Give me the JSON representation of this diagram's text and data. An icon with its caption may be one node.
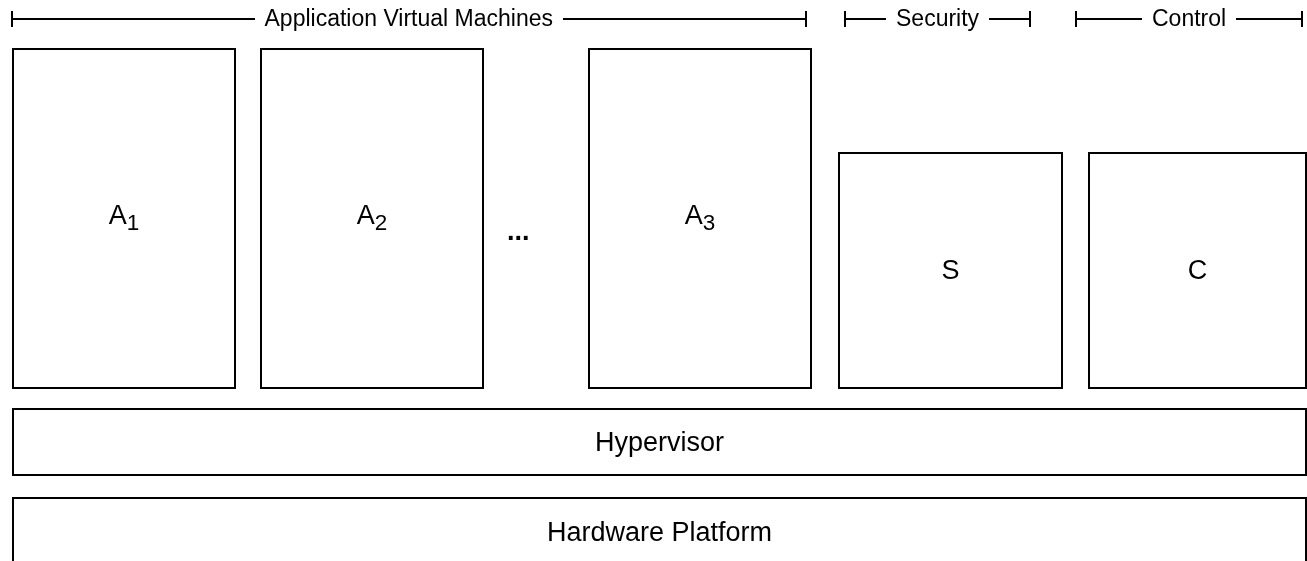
{
  "diagram": {
    "nodes": [
      {
        "text": [
          "A$_{1}$"
        ]
      },
      {
        "text": [
          "A$_{2}$"
        ]
      },
      {
        "text": [
          "A$_{3}$"
        ]
      },
      {
        "text": [
          "S"
        ]
      },
      {
        "text": [
          "C"
        ]
      },
      {
        "text": [
          "Hypervisor"
        ]
      },
      {
        "text": [
          "Hardware Platform"
        ]
      }
    ],
    "edges": [],
    "labels": [
      "Application Virtual Machines",
      "Security",
      "Control",
      "..."
    ]
  }
}
